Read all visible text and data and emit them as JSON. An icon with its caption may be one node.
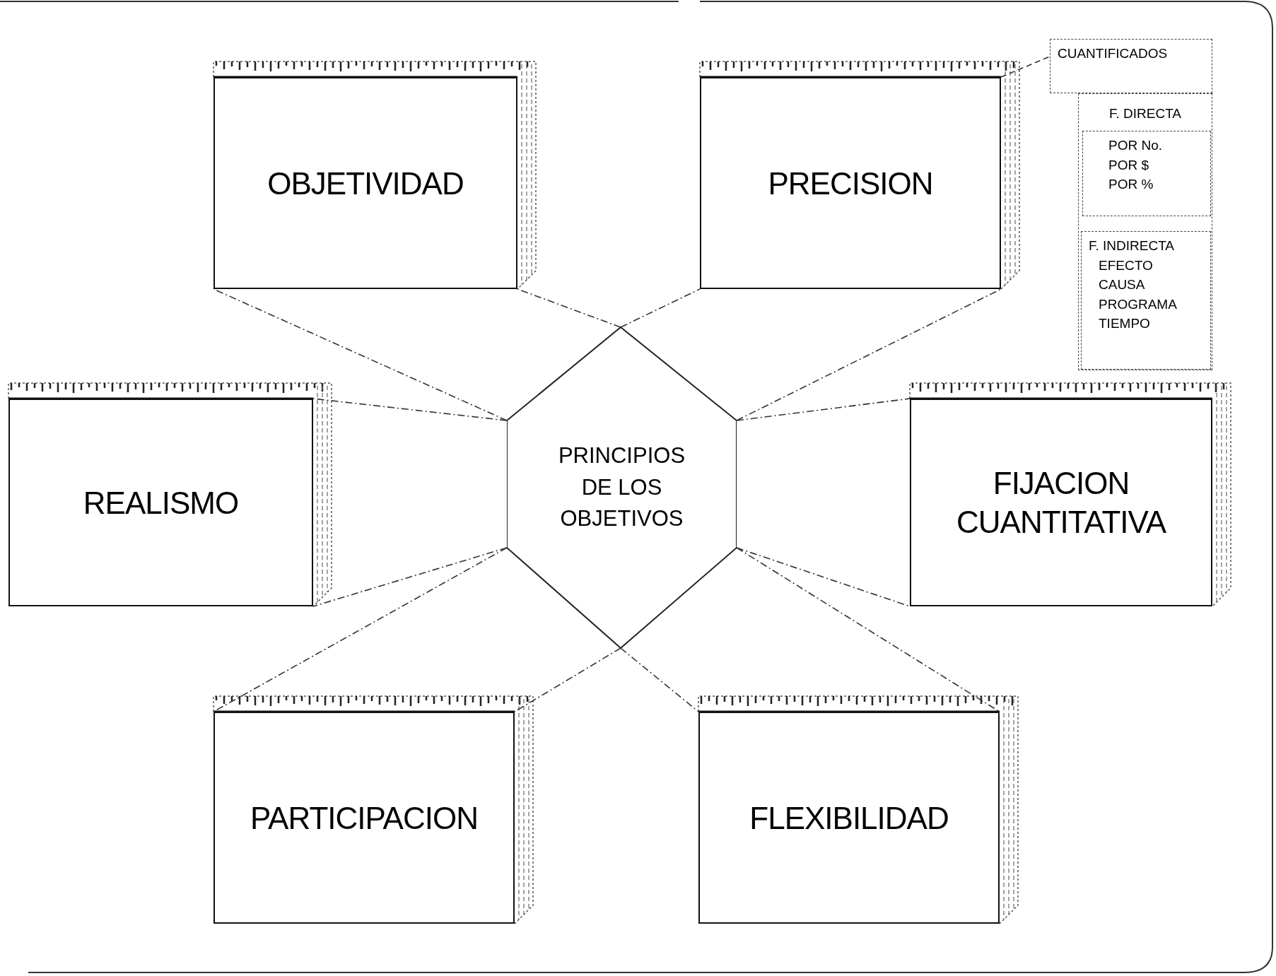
{
  "diagram": {
    "nodes": [
      {
        "text": [
          "OBJETIVIDAD"
        ]
      },
      {
        "text": [
          "PRECISION"
        ]
      },
      {
        "text": [
          "CUANTIFICADOS"
        ]
      },
      {
        "text": [
          "F. DIRECTA"
        ]
      },
      {
        "text": [
          "POR No.",
          "POR $",
          "POR %"
        ],
        "in": 3
      },
      {
        "text": [
          "F. INDIRECTA",
          "EFECTO",
          "CAUSA",
          "PROGRAMA",
          "TIEMPO"
        ],
        "in": 3
      },
      {
        "text": [
          "REALISMO"
        ]
      },
      {
        "text": [
          "PRINCIPIOS DE LOS OBJETIVOS"
        ]
      },
      {
        "text": [
          "FIJACION CUANTITATIVA"
        ]
      },
      {
        "text": [
          "PARTICIPACION"
        ]
      },
      {
        "text": [
          "FLEXIBILIDAD"
        ]
      }
    ],
    "edges": [
      {
        "from": 7,
        "to": 0,
        "arrow": "none"
      },
      {
        "from": 7,
        "to": 0,
        "arrow": "none"
      },
      {
        "from": 7,
        "to": 1,
        "arrow": "none"
      },
      {
        "from": 7,
        "to": 1,
        "arrow": "none"
      },
      {
        "from": 7,
        "to": 6,
        "arrow": "none"
      },
      {
        "from": 7,
        "to": 6,
        "arrow": "none"
      },
      {
        "from": 7,
        "to": 8,
        "arrow": "none"
      },
      {
        "from": 7,
        "to": 8,
        "arrow": "none"
      },
      {
        "from": 7,
        "to": 9,
        "arrow": "none"
      },
      {
        "from": 7,
        "to": 9,
        "arrow": "none"
      },
      {
        "from": 7,
        "to": 10,
        "arrow": "none"
      },
      {
        "from": 7,
        "to": 10,
        "arrow": "none"
      },
      {
        "from": 1,
        "to": 2,
        "arrow": "none",
        "style": "dashed"
      }
    ]
  }
}
